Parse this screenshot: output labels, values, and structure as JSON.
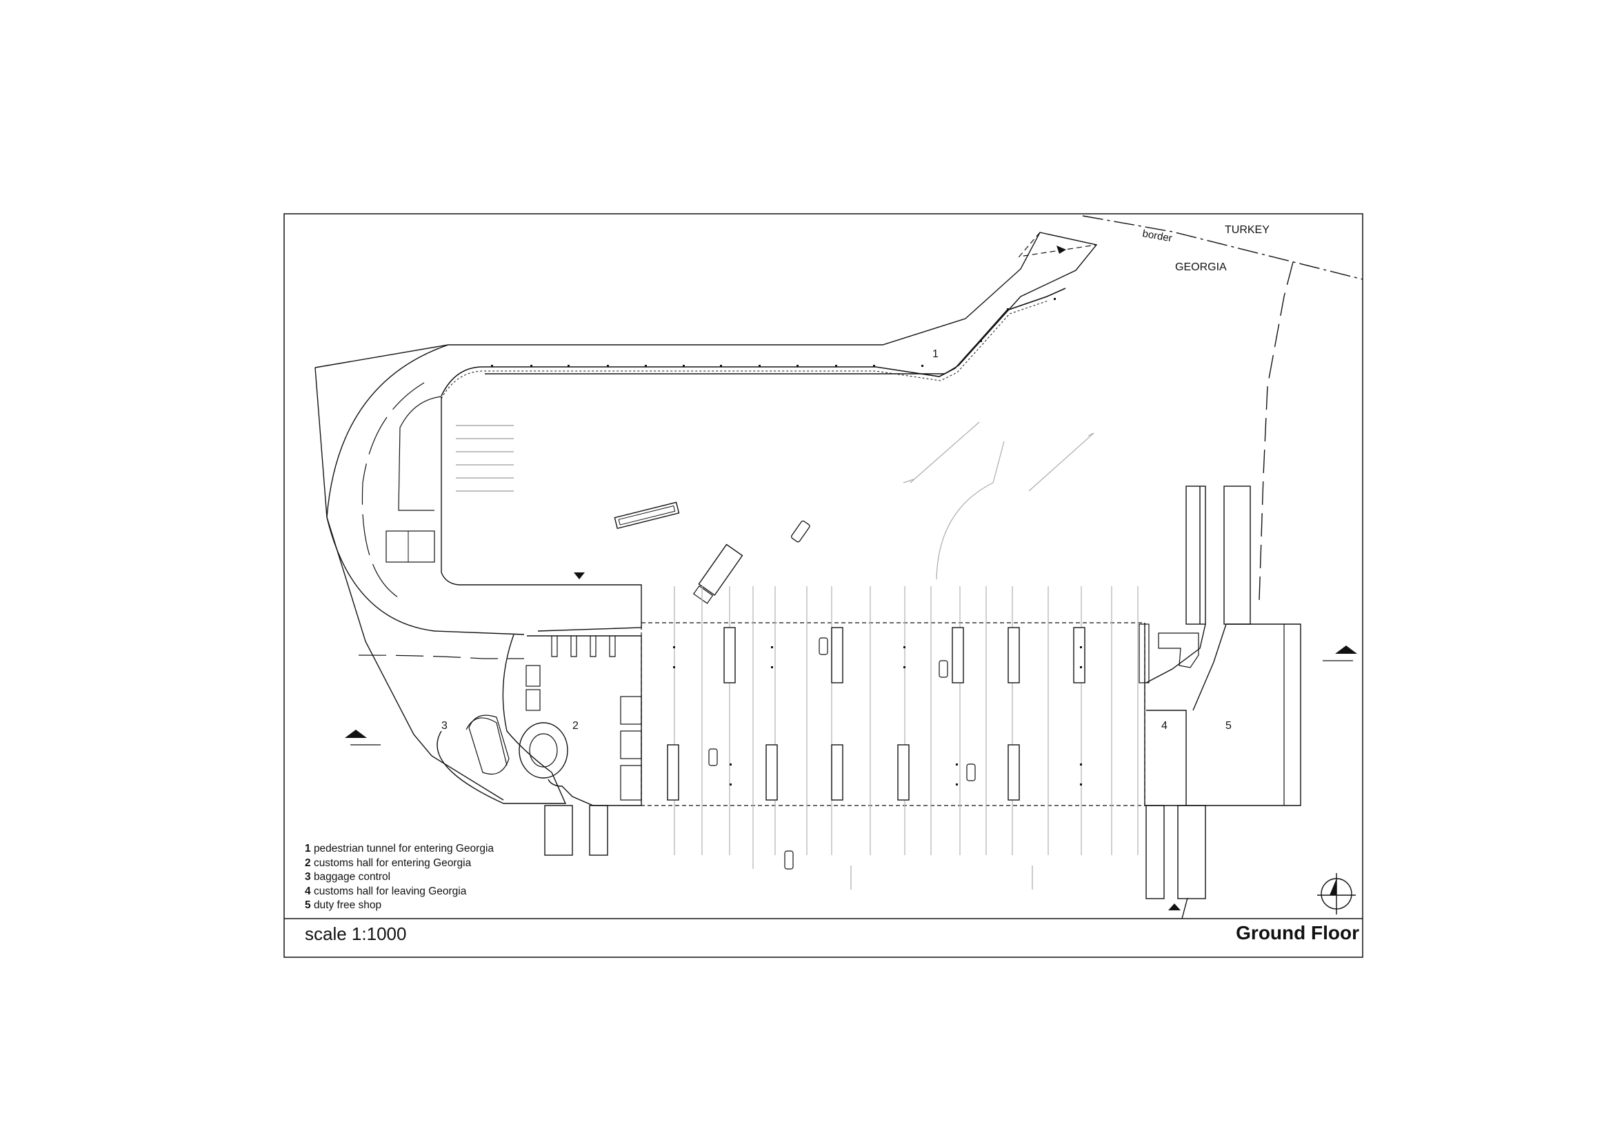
{
  "labels": {
    "turkey": "TURKEY",
    "georgia": "GEORGIA",
    "border": "border",
    "n1": "1",
    "n2": "2",
    "n3": "3",
    "n4": "4",
    "n5": "5"
  },
  "legend": [
    {
      "num": "1",
      "text": "pedestrian tunnel for entering Georgia"
    },
    {
      "num": "2",
      "text": "customs hall for entering Georgia"
    },
    {
      "num": "3",
      "text": "baggage control"
    },
    {
      "num": "4",
      "text": "customs hall for leaving Georgia"
    },
    {
      "num": "5",
      "text": "duty free shop"
    }
  ],
  "footer": {
    "scale": "scale 1:1000",
    "title": "Ground Floor"
  },
  "icons": [
    "section-marker-icon",
    "north-arrow-icon"
  ],
  "colors": {
    "line": "#111111",
    "light_line": "#bbbbbb"
  }
}
